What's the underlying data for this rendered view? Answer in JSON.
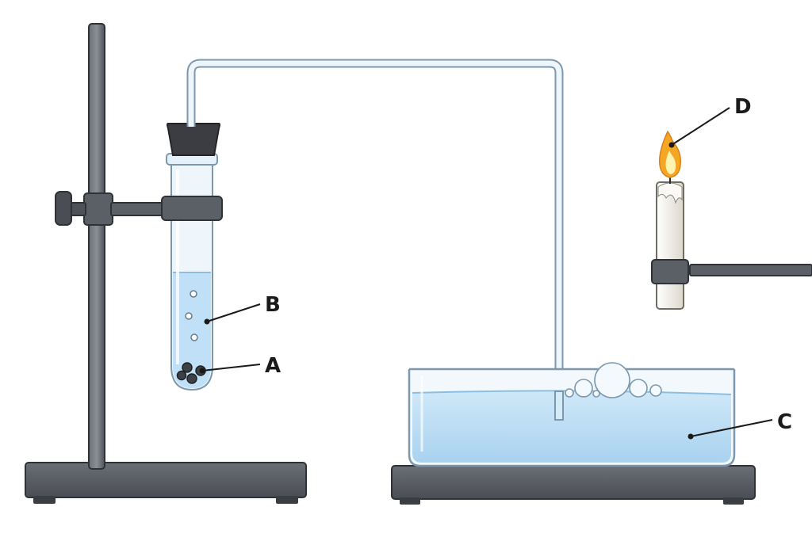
{
  "labels": {
    "a": "A",
    "b": "B",
    "c": "C",
    "d": "D"
  },
  "colors": {
    "metal": "#5b5f66",
    "metal_dark": "#3a3d42",
    "liquid": "#b9dcf3",
    "glass_outline": "#8aa7bd",
    "stopper": "#3b3d42",
    "flame_outer": "#f5a623",
    "flame_inner": "#fff3b0",
    "candle": "#f4f2ec"
  },
  "icons": [
    "retort-stand",
    "test-tube",
    "rubber-stopper",
    "delivery-tube",
    "glass-trough",
    "candle",
    "flame",
    "gas-bubbles",
    "solid-granules"
  ]
}
